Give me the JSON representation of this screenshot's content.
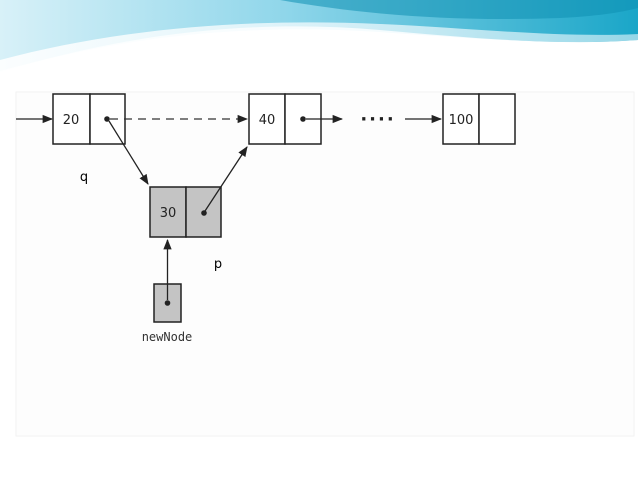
{
  "colors": {
    "banner_light": "#e6f6fb",
    "banner_mid": "#7fd0e6",
    "banner_dark": "#1aa6c8",
    "node_fill": "#ffffff",
    "new_node_fill": "#c4c4c4",
    "stroke": "#222222"
  },
  "nodes": {
    "n20": {
      "value": "20"
    },
    "n40": {
      "value": "40"
    },
    "n100": {
      "value": "100"
    },
    "n30": {
      "value": "30"
    }
  },
  "ellipsis": "····",
  "labels": {
    "q": "q",
    "p": "p",
    "new_node": "newNode"
  }
}
